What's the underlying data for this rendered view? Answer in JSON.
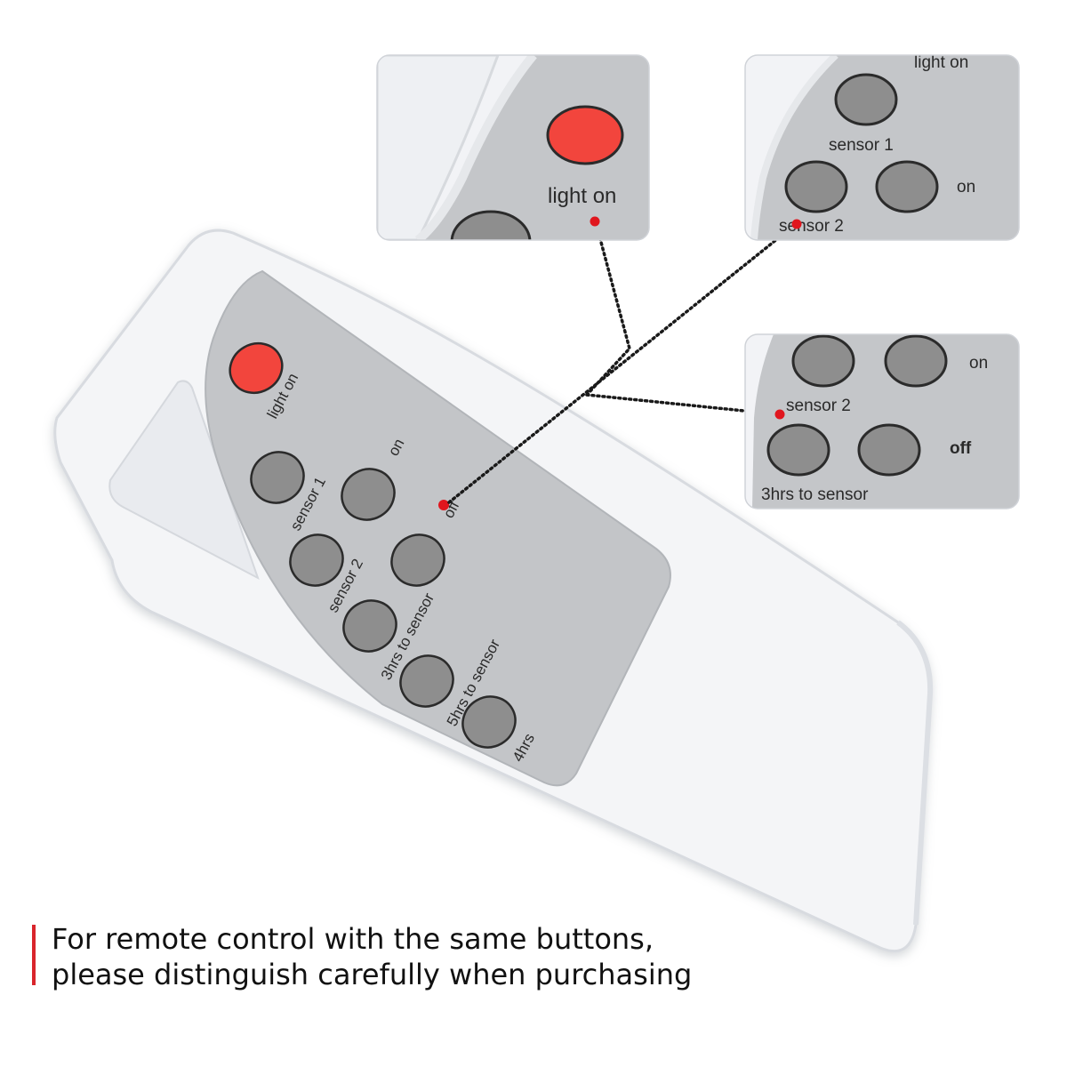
{
  "remote": {
    "buttons": [
      {
        "label": "light on",
        "color": "#f2453d"
      },
      {
        "label": "sensor 1",
        "color": "#8e8e8e"
      },
      {
        "label": "on",
        "color": "#8e8e8e"
      },
      {
        "label": "off",
        "color": "#8e8e8e"
      },
      {
        "label": "sensor 2",
        "color": "#8e8e8e"
      },
      {
        "label": "3hrs to sensor",
        "color": "#8e8e8e"
      },
      {
        "label": "5hrs to sensor",
        "color": "#8e8e8e"
      },
      {
        "label": "4hrs",
        "color": "#8e8e8e"
      }
    ]
  },
  "zoom_panels": {
    "panel1": {
      "label": "light on"
    },
    "panel2": {
      "top_label": "light on",
      "sensor1": "sensor 1",
      "on": "on",
      "sensor2": "sensor 2"
    },
    "panel3": {
      "on": "on",
      "sensor2": "sensor 2",
      "off": "off",
      "hrs3": "3hrs to sensor"
    }
  },
  "caption": {
    "line1": "For remote control with the same buttons,",
    "line2": "please distinguish carefully when purchasing"
  },
  "colors": {
    "accent_red": "#d9252b",
    "button_red": "#f2453d",
    "button_gray": "#8e8e8e",
    "panel_silver": "#c3c5c8",
    "body_white": "#f4f5f7"
  }
}
